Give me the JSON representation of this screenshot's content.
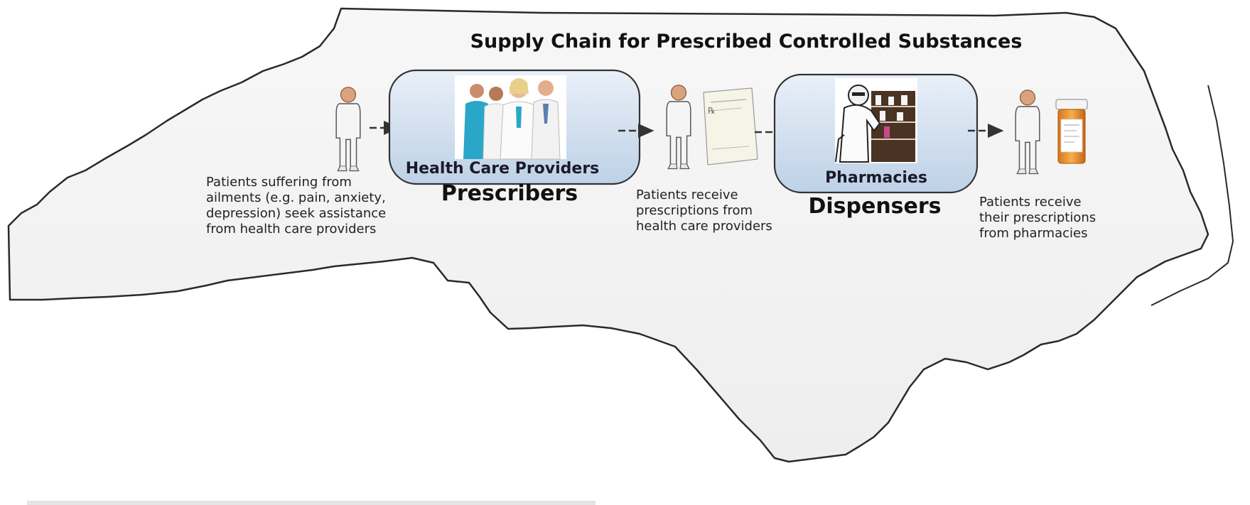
{
  "title": "Supply Chain for Prescribed Controlled Substances",
  "stages": {
    "prescribers": {
      "box_label": "Health Care Providers",
      "role": "Prescribers"
    },
    "dispensers": {
      "box_label": "Pharmacies",
      "role": "Dispensers"
    }
  },
  "descriptions": {
    "patients_seek": [
      "Patients suffering from",
      "ailments (e.g. pain, anxiety,",
      "depression) seek assistance",
      "from health care providers"
    ],
    "patients_receive_prescriptions": [
      "Patients receive",
      "prescriptions from",
      "health care providers"
    ],
    "patients_receive_from_pharmacies": [
      "Patients receive",
      "their prescriptions",
      "from pharmacies"
    ]
  },
  "colors": {
    "map_fill": "#f3f3f3",
    "map_stroke": "#2a2a2a",
    "box_fill_top": "#e6eef7",
    "box_fill_bottom": "#c3d5ea",
    "person_skin": "#d9a07a",
    "person_body": "#f6f6f6"
  },
  "icons": [
    "person-icon",
    "doctors-photo-icon",
    "prescription-paper-icon",
    "pharmacist-icon",
    "pill-bottle-icon",
    "arrow-icon"
  ]
}
